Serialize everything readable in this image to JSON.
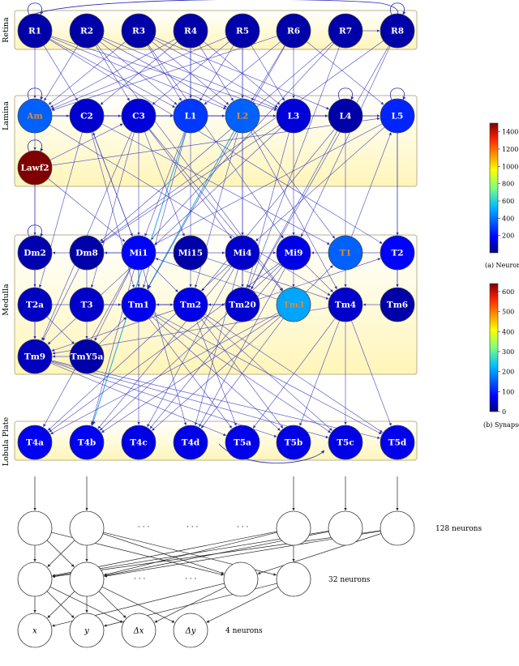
{
  "regions": [
    {
      "id": "retina",
      "label": "Retina"
    },
    {
      "id": "lamina",
      "label": "Lamina"
    },
    {
      "id": "medulla",
      "label": "Medulla"
    },
    {
      "id": "lobula",
      "label": "Lobula Plate"
    }
  ],
  "neurons": [
    {
      "id": "R1",
      "label": "R1",
      "count": 60
    },
    {
      "id": "R2",
      "label": "R2",
      "count": 60
    },
    {
      "id": "R3",
      "label": "R3",
      "count": 60
    },
    {
      "id": "R4",
      "label": "R4",
      "count": 60
    },
    {
      "id": "R5",
      "label": "R5",
      "count": 60
    },
    {
      "id": "R6",
      "label": "R6",
      "count": 60
    },
    {
      "id": "R7",
      "label": "R7",
      "count": 60
    },
    {
      "id": "R8",
      "label": "R8",
      "count": 60
    },
    {
      "id": "Am",
      "label": "Am",
      "count": 330
    },
    {
      "id": "C2",
      "label": "C2",
      "count": 120
    },
    {
      "id": "C3",
      "label": "C3",
      "count": 130
    },
    {
      "id": "L1",
      "label": "L1",
      "count": 270
    },
    {
      "id": "L2",
      "label": "L2",
      "count": 330
    },
    {
      "id": "L3",
      "label": "L3",
      "count": 130
    },
    {
      "id": "L4",
      "label": "L4",
      "count": 60
    },
    {
      "id": "L5",
      "label": "L5",
      "count": 240
    },
    {
      "id": "Lawf2",
      "label": "Lawf2",
      "count": 1500
    },
    {
      "id": "Dm2",
      "label": "Dm2",
      "count": 70
    },
    {
      "id": "Dm8",
      "label": "Dm8",
      "count": 60
    },
    {
      "id": "Mi1",
      "label": "Mi1",
      "count": 190
    },
    {
      "id": "Mi15",
      "label": "Mi15",
      "count": 60
    },
    {
      "id": "Mi4",
      "label": "Mi4",
      "count": 110
    },
    {
      "id": "Mi9",
      "label": "Mi9",
      "count": 150
    },
    {
      "id": "T1",
      "label": "T1",
      "count": 330
    },
    {
      "id": "T2",
      "label": "T2",
      "count": 190
    },
    {
      "id": "T2a",
      "label": "T2a",
      "count": 100
    },
    {
      "id": "T3",
      "label": "T3",
      "count": 110
    },
    {
      "id": "Tm1",
      "label": "Tm1",
      "count": 160
    },
    {
      "id": "Tm2",
      "label": "Tm2",
      "count": 150
    },
    {
      "id": "Tm20",
      "label": "Tm20",
      "count": 120
    },
    {
      "id": "Tm3",
      "label": "Tm3",
      "count": 430
    },
    {
      "id": "Tm4",
      "label": "Tm4",
      "count": 110
    },
    {
      "id": "Tm6",
      "label": "Tm6",
      "count": 60
    },
    {
      "id": "Tm9",
      "label": "Tm9",
      "count": 90
    },
    {
      "id": "TmY5a",
      "label": "TmY5a",
      "count": 60
    },
    {
      "id": "T4a",
      "label": "T4a",
      "count": 170
    },
    {
      "id": "T4b",
      "label": "T4b",
      "count": 170
    },
    {
      "id": "T4c",
      "label": "T4c",
      "count": 150
    },
    {
      "id": "T4d",
      "label": "T4d",
      "count": 150
    },
    {
      "id": "T5a",
      "label": "T5a",
      "count": 160
    },
    {
      "id": "T5b",
      "label": "T5b",
      "count": 150
    },
    {
      "id": "T5c",
      "label": "T5c",
      "count": 150
    },
    {
      "id": "T5d",
      "label": "T5d",
      "count": 160
    }
  ],
  "colorbars": {
    "neurons": {
      "ticks": [
        "1400",
        "1200",
        "1000",
        "800",
        "600",
        "400",
        "200"
      ],
      "tick_values": [
        1400,
        1200,
        1000,
        800,
        600,
        400,
        200
      ],
      "min": 0,
      "max": 1500,
      "caption": "(a) Neurons"
    },
    "synapses": {
      "ticks": [
        "600",
        "500",
        "400",
        "300",
        "200",
        "100",
        "0"
      ],
      "tick_values": [
        600,
        500,
        400,
        300,
        200,
        100,
        0
      ],
      "min": 0,
      "max": 640,
      "caption": "(b) Synapses"
    }
  },
  "ann": {
    "layers": [
      {
        "id": "hidden1",
        "count": 8,
        "label": "128 neurons"
      },
      {
        "id": "hidden2",
        "count": 6,
        "label": "32 neurons"
      },
      {
        "id": "output",
        "count": 4,
        "label": "4 neurons"
      }
    ],
    "outputs": [
      "x",
      "y",
      "Δx",
      "Δy"
    ],
    "ellipsis": "· · ·"
  },
  "colors": {
    "node_stroke": "#444444",
    "edge": "#2a2ab8",
    "edge_strong": "#29a9e8",
    "region_fill": "#fff7c4",
    "region_stroke": "#b8b08a",
    "ann_stroke": "#333333"
  }
}
